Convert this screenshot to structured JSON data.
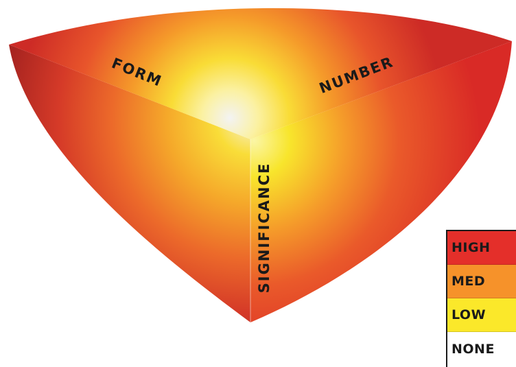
{
  "diagram": {
    "faces": [
      {
        "name": "Form",
        "label": "FORM"
      },
      {
        "name": "Number",
        "label": "NUMBER"
      },
      {
        "name": "Significance",
        "label": "SIGNIFICANCE"
      }
    ]
  },
  "legend": {
    "items": [
      {
        "label": "HIGH",
        "color": "#e42f2a"
      },
      {
        "label": "MED",
        "color": "#f6922a"
      },
      {
        "label": "LOW",
        "color": "#fbe82a"
      },
      {
        "label": "NONE",
        "color": "#ffffff"
      }
    ]
  }
}
